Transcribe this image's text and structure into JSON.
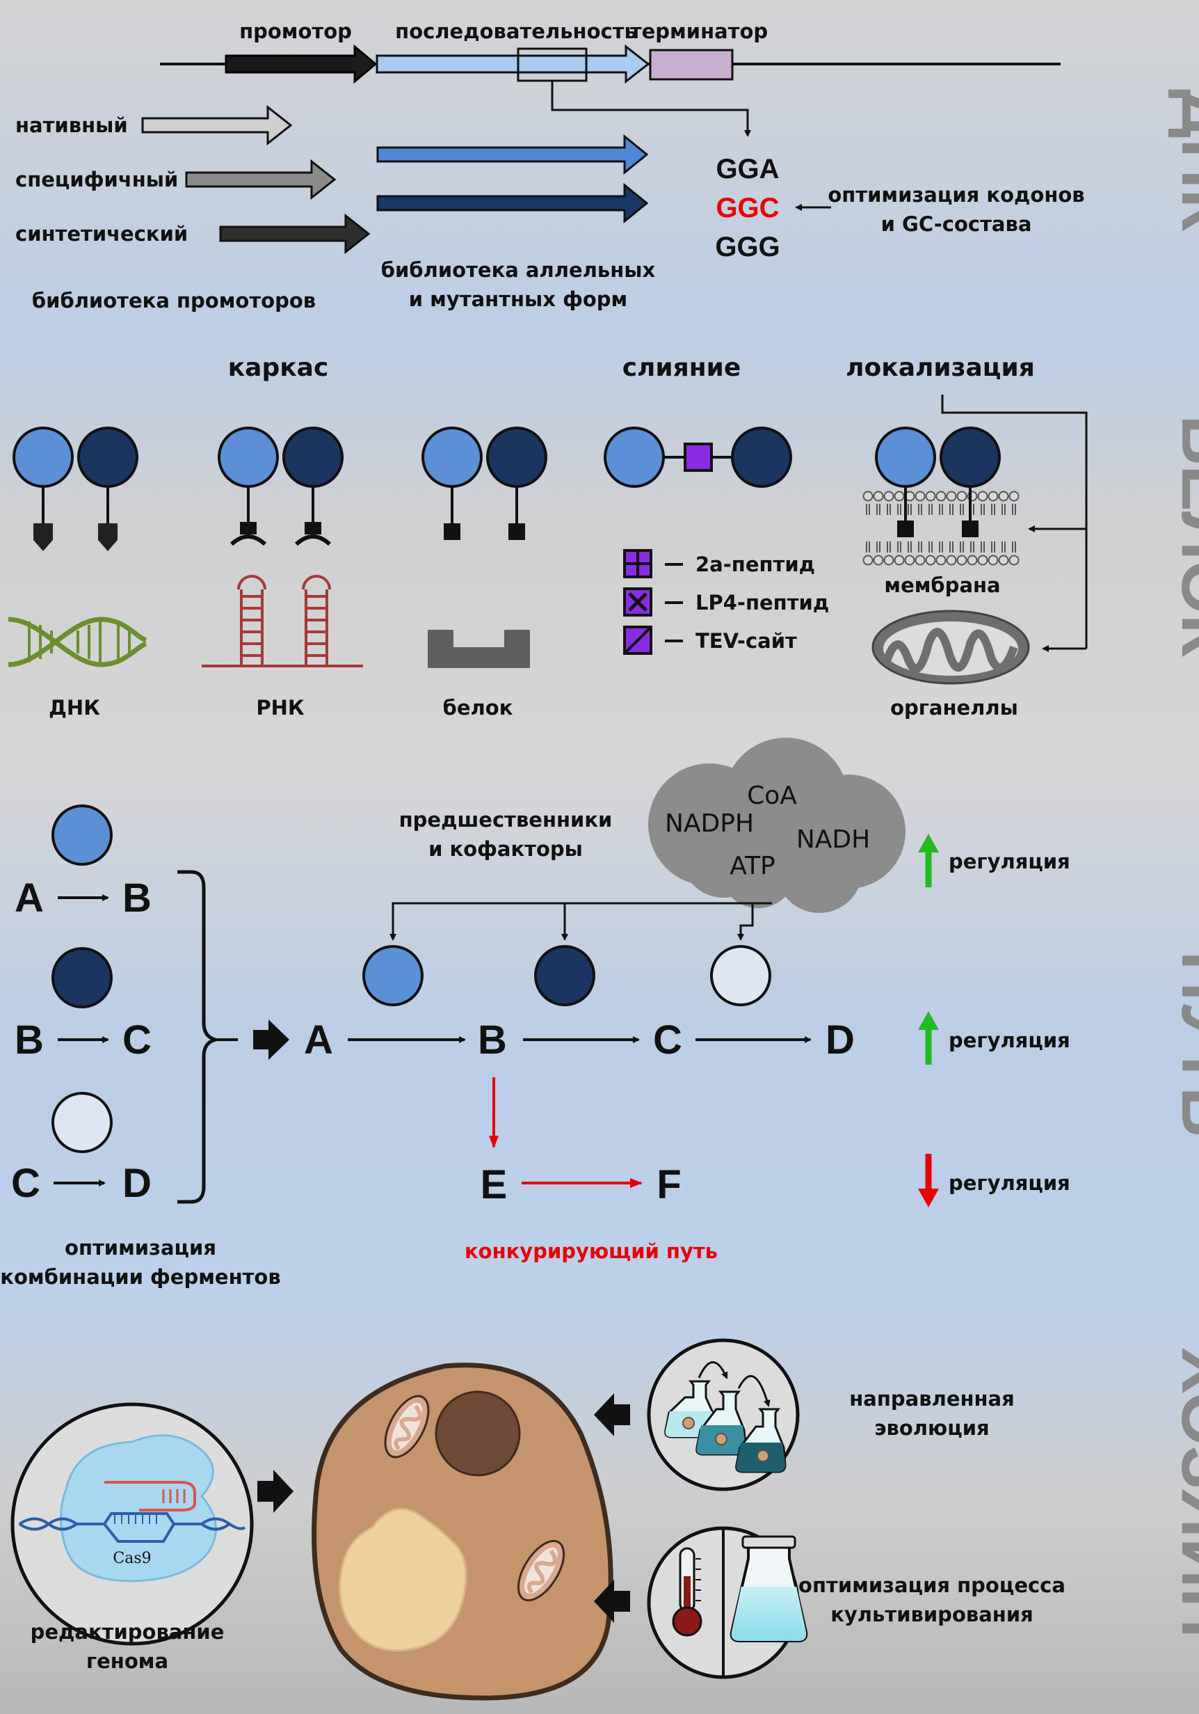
{
  "dna": {
    "side_label": "ДНК",
    "promoter": "промотор",
    "sequence": "последовательность",
    "terminator": "терминатор",
    "native": "нативный",
    "specific": "специфичный",
    "synthetic": "синтетический",
    "promoter_library": "библиотека промоторов",
    "allelic_library_1": "библиотека аллельных",
    "allelic_library_2": "и мутантных форм",
    "codon_1": "GGA",
    "codon_2": "GGC",
    "codon_3": "GGG",
    "codon_opt_1": "оптимизация кодонов",
    "codon_opt_2": "и GC-состава"
  },
  "protein": {
    "side_label": "БЕЛОК",
    "scaffold": "каркас",
    "fusion": "слияние",
    "localization": "локализация",
    "dna": "ДНК",
    "rna": "РНК",
    "protein": "белок",
    "peptide_2a": "2a-пептид",
    "peptide_lp4": "LP4-пептид",
    "tev_site": "TEV-сайт",
    "membrane": "мембрана",
    "organelles": "органеллы"
  },
  "pathway": {
    "side_label": "ПУТЬ",
    "precursors_1": "предшественники",
    "precursors_2": "и кофакторы",
    "cloud": {
      "coa": "CoA",
      "nadph": "NADPH",
      "nadh": "NADH",
      "atp": "ATP"
    },
    "regulation": "регуляция",
    "pair1": {
      "from": "A",
      "to": "B"
    },
    "pair2": {
      "from": "B",
      "to": "C"
    },
    "pair3": {
      "from": "C",
      "to": "D"
    },
    "main": {
      "a": "A",
      "b": "B",
      "c": "C",
      "d": "D"
    },
    "branch": {
      "e": "E",
      "f": "F"
    },
    "enzyme_opt_1": "оптимизация",
    "enzyme_opt_2": "комбинации ферментов",
    "competing": "конкурирующий путь"
  },
  "host": {
    "side_label": "ХОЗЯИН",
    "cas9": "Cas9",
    "genome_1": "редактирование",
    "genome_2": "генома",
    "evolution_1": "направленная",
    "evolution_2": "эволюция",
    "process_1": "оптимизация процесса",
    "process_2": "культивирования"
  },
  "colors": {
    "light_blue": "#5b8fd6",
    "dark_blue": "#1a3560",
    "pale": "#dde6f2",
    "accent_red": "#e60000",
    "up_green": "#22bb22",
    "purple": "#8a2be2",
    "dna_green": "#6b8f2e",
    "rna_red": "#a33a3a"
  }
}
